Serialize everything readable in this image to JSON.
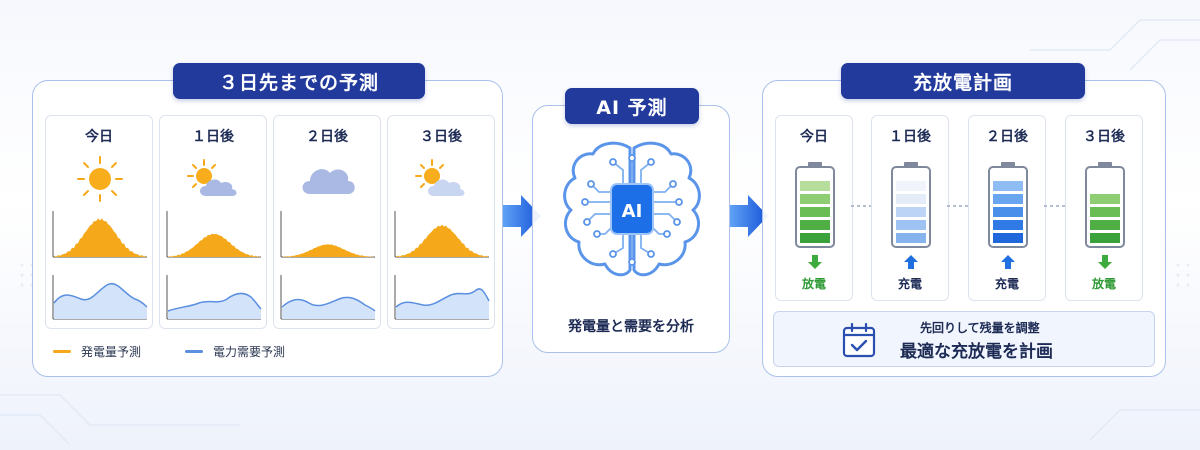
{
  "forecast": {
    "title": "３日先までの予測",
    "days": [
      {
        "label": "今日",
        "weather": "sun-icon",
        "gen_level": 0.9,
        "demand_level": 0.6
      },
      {
        "label": "１日後",
        "weather": "sun-cloud-icon",
        "gen_level": 0.55,
        "demand_level": 0.55
      },
      {
        "label": "２日後",
        "weather": "cloud-icon",
        "gen_level": 0.3,
        "demand_level": 0.5
      },
      {
        "label": "３日後",
        "weather": "sun-cloud-icon",
        "gen_level": 0.75,
        "demand_level": 0.6
      }
    ],
    "legend": {
      "generation": "発電量予測",
      "demand": "電力需要予測"
    }
  },
  "ai": {
    "title": "AI 予測",
    "chip_label": "AI",
    "caption": "発電量と需要を分析"
  },
  "plan": {
    "title": "充放電計画",
    "days": [
      {
        "label": "今日",
        "action": "放電",
        "direction": "down",
        "charge_bars": 5,
        "battery_color": "green"
      },
      {
        "label": "１日後",
        "action": "充電",
        "direction": "up",
        "charge_bars": 3,
        "battery_color": "light-blue"
      },
      {
        "label": "２日後",
        "action": "充電",
        "direction": "up",
        "charge_bars": 5,
        "battery_color": "blue"
      },
      {
        "label": "３日後",
        "action": "放電",
        "direction": "down",
        "charge_bars": 4,
        "battery_color": "green"
      }
    ],
    "summary_sub": "先回りして残量を調整",
    "summary_main": "最適な充放電を計画"
  },
  "colors": {
    "navy": "#213a9c",
    "generation": "#f5a91a",
    "demand": "#5b8fe0",
    "demand_fill": "#d3e3fa",
    "green": "#3dab3d",
    "blue": "#1f6fe0",
    "border": "#aac0ea"
  }
}
